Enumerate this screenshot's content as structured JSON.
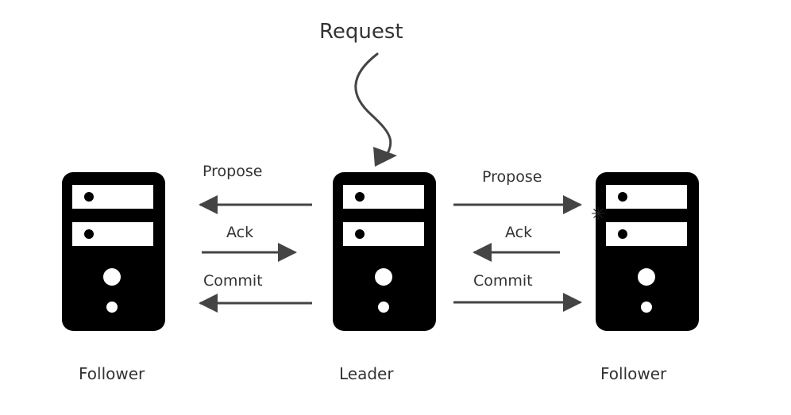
{
  "request": {
    "label": "Request"
  },
  "nodes": {
    "left": {
      "name": "Follower"
    },
    "center": {
      "name": "Leader"
    },
    "right": {
      "name": "Follower"
    }
  },
  "left_messages": {
    "propose": "Propose",
    "ack": "Ack",
    "commit": "Commit"
  },
  "right_messages": {
    "propose": "Propose",
    "ack": "Ack",
    "commit": "Commit"
  },
  "colors": {
    "server": "#000000",
    "text": "#333333",
    "arrow": "#444444"
  }
}
